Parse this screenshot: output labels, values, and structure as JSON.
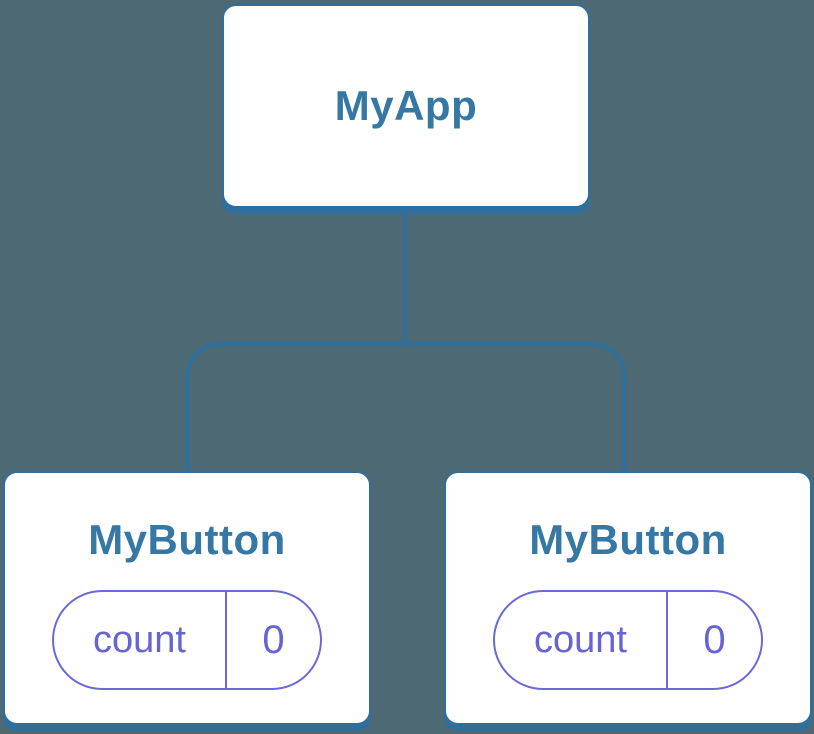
{
  "diagram": {
    "type": "component-tree",
    "colors": {
      "bg": "#4d6a74",
      "fill": "#ffffff",
      "line": "#2e6f9e",
      "title": "#3577a5",
      "state": "#6a69d8",
      "state-text": "#6663d4"
    },
    "root": {
      "label": "MyApp"
    },
    "children": [
      {
        "label": "MyButton",
        "state": {
          "key": "count",
          "value": "0"
        }
      },
      {
        "label": "MyButton",
        "state": {
          "key": "count",
          "value": "0"
        }
      }
    ]
  }
}
